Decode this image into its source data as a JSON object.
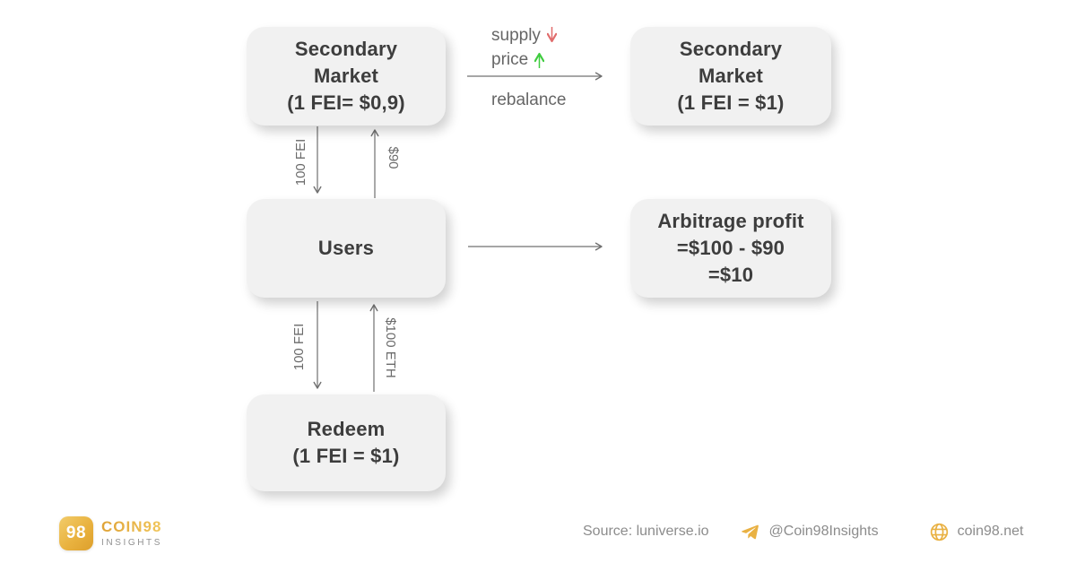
{
  "diagram": {
    "boxes": {
      "secondary_market_before": {
        "lines": [
          "Secondary",
          "Market",
          "(1 FEI= $0,9)"
        ]
      },
      "secondary_market_after": {
        "lines": [
          "Secondary",
          "Market",
          "(1 FEI = $1)"
        ]
      },
      "users": {
        "lines": [
          "Users"
        ]
      },
      "arbitrage_profit": {
        "lines": [
          "Arbitrage profit",
          "=$100 - $90",
          "=$10"
        ]
      },
      "redeem": {
        "lines": [
          "Redeem",
          "(1 FEI = $1)"
        ]
      }
    },
    "labels": {
      "fei_to_market": "100 FEI",
      "usd_from_market": "$90",
      "fei_to_redeem": "100 FEI",
      "eth_from_redeem": "$100 ETH",
      "supply": "supply",
      "price": "price",
      "rebalance": "rebalance"
    },
    "colors": {
      "box_bg": "#f1f1f1",
      "box_text": "#3d3d3d",
      "arrow_gray": "#707070",
      "label_gray": "#6b6b6b",
      "supply_down_red": "#e06c6c",
      "price_up_green": "#3fcc3f"
    }
  },
  "footer": {
    "brand": {
      "logo_text": "98",
      "name": "COIN98",
      "sub": "INSIGHTS"
    },
    "source": "Source: luniverse.io",
    "telegram_handle": "@Coin98Insights",
    "website": "coin98.net",
    "accent_gold": "#e9b143"
  }
}
